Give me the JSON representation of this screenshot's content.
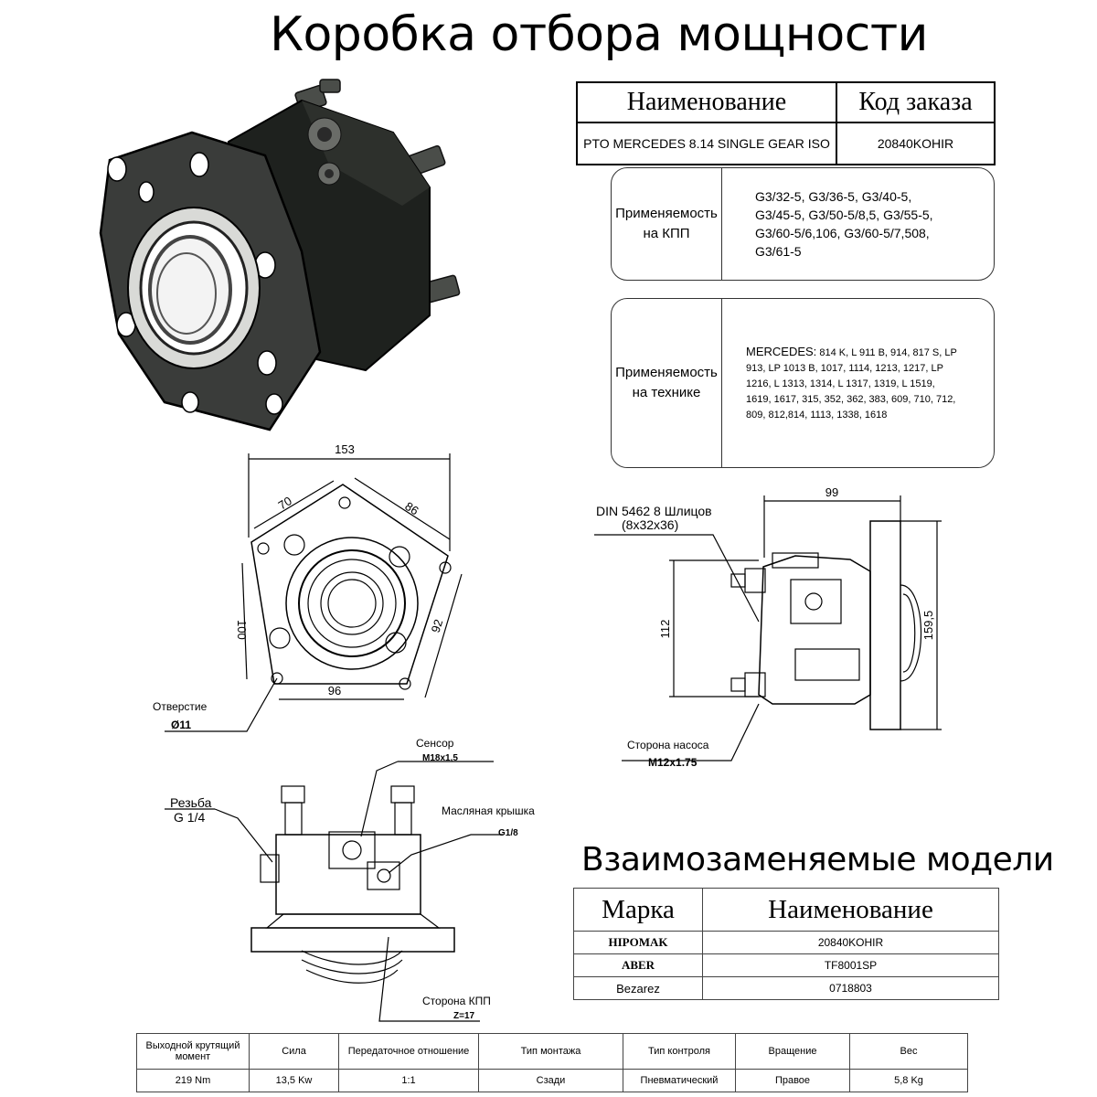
{
  "title": "Коробка отбора мощности",
  "order_table": {
    "headers": [
      "Наименование",
      "Код заказа"
    ],
    "row": [
      "PTO MERCEDES 8.14 SINGLE GEAR ISO",
      "20840KOHIR"
    ]
  },
  "applicability_gearbox": {
    "label_line1": "Применяемость",
    "label_line2": "на КПП",
    "lines": [
      "G3/32-5, G3/36-5, G3/40-5,",
      "G3/45-5, G3/50-5/8,5, G3/55-5,",
      "G3/60-5/6,106, G3/60-5/7,508,",
      "G3/61-5"
    ]
  },
  "applicability_vehicle": {
    "label_line1": "Применяемость",
    "label_line2": "на  технике",
    "brand": "MERCEDES:",
    "lines_first": " 814 K, L 911 B, 914, 817 S, LP",
    "lines": [
      "913, LP 1013 B, 1017, 1114, 1213, 1217, LP",
      "1216, L 1313, 1314, L 1317, 1319, L 1519,",
      "1619, 1617, 315, 352, 362, 383, 609, 710, 712,",
      "809, 812,814, 1113, 1338, 1618"
    ]
  },
  "front_drawing": {
    "dims": {
      "d153": "153",
      "d70": "70",
      "d86": "86",
      "d100": "100",
      "d92": "92",
      "d96": "96"
    },
    "hole_label": "Отверстие",
    "hole_value": "Ø11"
  },
  "side_drawing": {
    "spline_line1": "DIN 5462 8 Шлицов",
    "spline_line2": "(8x32x36)",
    "dims": {
      "d99": "99",
      "d112": "112",
      "d159": "159,5"
    },
    "pump_label": "Сторона насоса",
    "pump_value": "M12x1.75"
  },
  "top_drawing": {
    "sensor_label": "Сенсор",
    "sensor_value": "M18x1,5",
    "thread_label": "Резьба",
    "thread_value": "G 1/4",
    "oil_label": "Масляная крышка",
    "oil_value": "G1/8",
    "gearbox_label": "Сторона КПП",
    "gearbox_value": "Z=17"
  },
  "interchangeable": {
    "title": "Взаимозаменяемые модели",
    "headers": [
      "Марка",
      "Наименование"
    ],
    "rows": [
      {
        "brand": "HIPOMAK",
        "name": "20840KOHIR"
      },
      {
        "brand": "ABER",
        "name": "TF8001SP"
      },
      {
        "brand": "Bezarez",
        "name": "0718803"
      }
    ]
  },
  "specs": {
    "headers": [
      "Выходной крутящий момент",
      "Сила",
      "Передаточное отношение",
      "Тип монтажа",
      "Тип контроля",
      "Вращение",
      "Вес"
    ],
    "values": [
      "219 Nm",
      "13,5 Kw",
      "1:1",
      "Сзади",
      "Пневматический",
      "Правое",
      "5,8 Kg"
    ]
  },
  "colors": {
    "line": "#000000",
    "body_dark": "#1e211e",
    "flange": "#3a3c3a"
  },
  "icons": [
    "pto-3d-render",
    "front-view-drawing",
    "side-view-drawing",
    "top-view-drawing"
  ]
}
